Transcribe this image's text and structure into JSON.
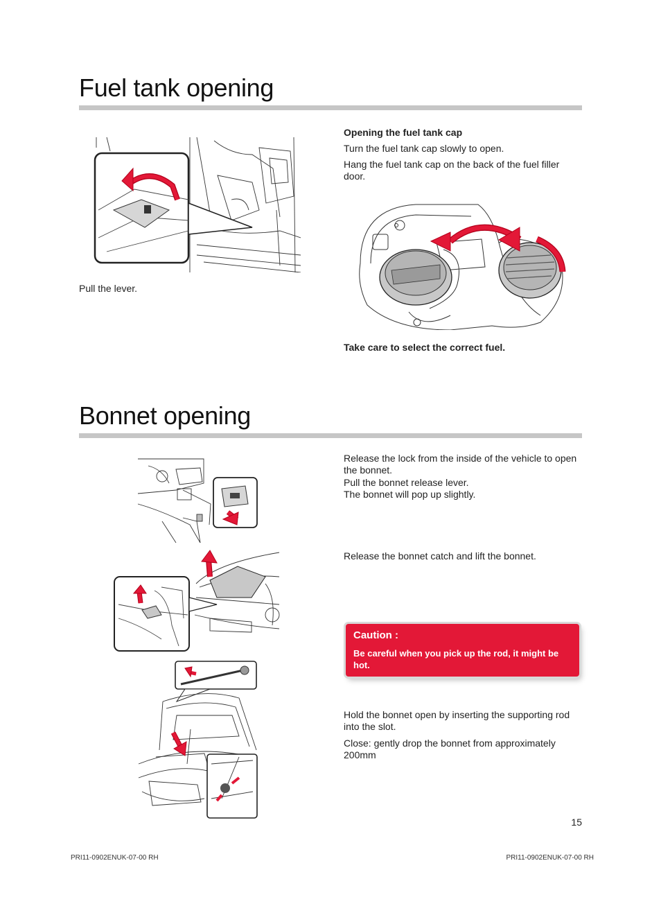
{
  "fuel": {
    "title": "Fuel tank opening",
    "lever_caption": "Pull the lever.",
    "cap_heading": "Opening the fuel tank cap",
    "cap_line1": "Turn the fuel tank cap slowly to open.",
    "cap_line2": "Hang the fuel tank cap on the back of the fuel filler door.",
    "warning": "Take care to select the correct fuel."
  },
  "bonnet": {
    "title": "Bonnet opening",
    "step1_line1": "Release the lock from the inside of the vehicle to open the bonnet.",
    "step1_line2": "Pull the bonnet release lever.",
    "step1_line3": "The bonnet will pop up slightly.",
    "step2": "Release the bonnet catch and lift the bonnet.",
    "caution_title": "Caution :",
    "caution_text": "Be careful when you pick up the rod, it might be hot.",
    "step3_line1": "Hold the bonnet open by inserting the supporting rod into the slot.",
    "step3_line2": "Close: gently drop the bonnet from approximately 200mm"
  },
  "page_number": "15",
  "footer": {
    "left": "PRI11-0902ENUK-07-00 RH",
    "right": "PRI11-0902ENUK-07-00 RH"
  },
  "colors": {
    "accent_red": "#e31837",
    "rule_gray": "#c6c6c6"
  }
}
